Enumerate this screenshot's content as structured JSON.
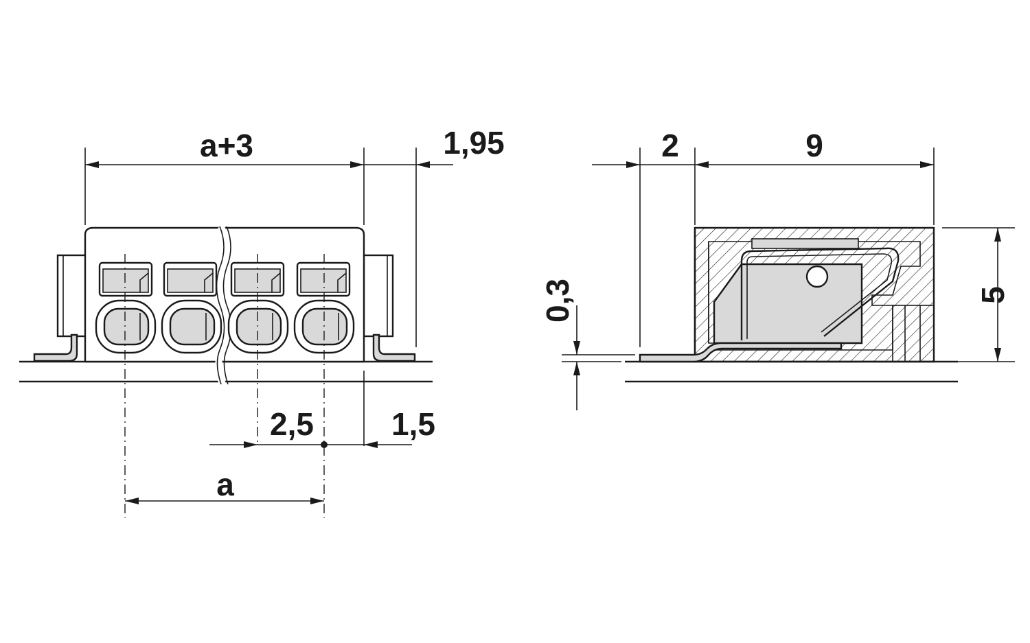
{
  "drawing": {
    "front_view": {
      "dim_overall": "a+3",
      "dim_offset": "1,95",
      "dim_pitch": "2,5",
      "dim_edge": "1,5",
      "dim_span": "a"
    },
    "side_view": {
      "dim_front": "2",
      "dim_depth": "9",
      "dim_height": "5",
      "dim_standoff": "0,3"
    },
    "colors": {
      "line": "#1a1a1a",
      "fill_grey": "#d9d9d9",
      "background": "#ffffff"
    }
  }
}
